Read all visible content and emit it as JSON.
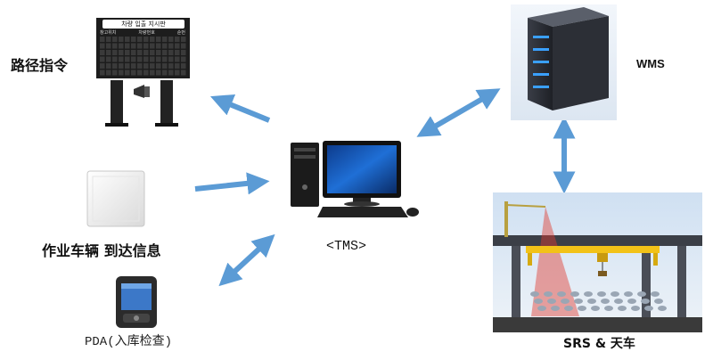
{
  "labels": {
    "route": "路径指令",
    "vehicle": "作业车辆 到达信息",
    "pda": "PDA(入库检查)",
    "tms": "<TMS>",
    "wms": "WMS",
    "srs": "SRS & 天车"
  },
  "sign": {
    "title": "차량 입출 지시판",
    "columns": [
      "창고위치",
      "차량번호",
      "순번"
    ]
  },
  "colors": {
    "arrow": "#5b9bd5",
    "server_body": "#2a2d35",
    "server_led": "#3aa0ff",
    "screen_blue": "#1f6fd6",
    "crane_yellow": "#f2c218",
    "laser_red": "#e03a2f"
  },
  "icons": [
    "route-sign-board-icon",
    "rfid-reader-icon",
    "pda-device-icon",
    "desktop-computer-icon",
    "server-icon",
    "warehouse-crane-scene"
  ]
}
